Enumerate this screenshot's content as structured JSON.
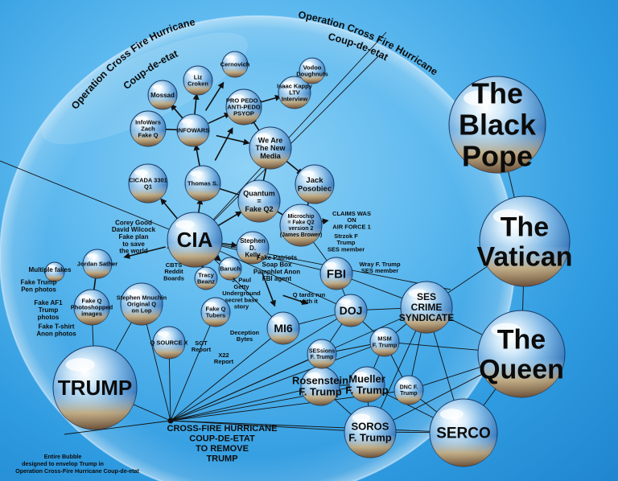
{
  "title_left": "Operation Cross Fire Hurricane\nCoup-de-etat",
  "title_right": "Operation Cross Fire Hurricane\nCoup-de-etat",
  "center_label": "CROSS-FIRE HURRICANE\nCOUP-DE-ETAT\nTO REMOVE\nTRUMP",
  "footnote": "Entire Bubble\ndesigned to envelop Trump in\nOperation Cross-Fire Hurricane Coup-de-etat",
  "bubbles": [
    {
      "id": "black-pope",
      "label": "The\nBlack\nPope"
    },
    {
      "id": "vatican",
      "label": "The\nVatican"
    },
    {
      "id": "queen",
      "label": "The\nQueen"
    },
    {
      "id": "serco",
      "label": "SERCO"
    },
    {
      "id": "trump",
      "label": "TRUMP"
    },
    {
      "id": "cia",
      "label": "CIA"
    },
    {
      "id": "ses",
      "label": "SES\nCRIME\nSYNDICATE"
    },
    {
      "id": "fbi",
      "label": "FBI"
    },
    {
      "id": "doj",
      "label": "DOJ"
    },
    {
      "id": "mi6",
      "label": "MI6"
    },
    {
      "id": "rosenstein",
      "label": "Rosenstein\nF. Trump"
    },
    {
      "id": "mueller",
      "label": "Mueller\nF. Trump"
    },
    {
      "id": "soros",
      "label": "SOROS\nF. Trump"
    },
    {
      "id": "dnc",
      "label": "DNC F.\nTrump"
    },
    {
      "id": "msm",
      "label": "MSM\nF. Trump"
    },
    {
      "id": "sessions",
      "label": "SESsions\nF. Trump"
    },
    {
      "id": "jack",
      "label": "Jack\nPosobiec"
    },
    {
      "id": "quantum",
      "label": "Quantum\n=\nFake Q2"
    },
    {
      "id": "microchip",
      "label": "Microchip\n= Fake Q2\nversion 2\n(James Brower)"
    },
    {
      "id": "stephen-kelly",
      "label": "Stephen\nD.\nKelly"
    },
    {
      "id": "we-are",
      "label": "We Are\nThe New\nMedia"
    },
    {
      "id": "pro-pedo",
      "label": "PRO PEDO -\nANTI-PEDO\nPSYOP"
    },
    {
      "id": "isaac",
      "label": "Isaac Kappy\nLTV\nInterview"
    },
    {
      "id": "vodoo",
      "label": "Vodoo\nDoughnuts"
    },
    {
      "id": "cernovich",
      "label": "Cernovich"
    },
    {
      "id": "liz",
      "label": "Liz\nCroken"
    },
    {
      "id": "mossad",
      "label": "Mossad"
    },
    {
      "id": "infowars-zach",
      "label": "InfoWars\nZach\nFake Q"
    },
    {
      "id": "infowars",
      "label": "INFOWARS"
    },
    {
      "id": "thomas",
      "label": "Thomas S."
    },
    {
      "id": "cicada",
      "label": "CICADA 3301\nQ1"
    },
    {
      "id": "jordan",
      "label": "Jordan Sather"
    },
    {
      "id": "fake-q-photo",
      "label": "Fake Q\nPhotoshopped\nimages"
    },
    {
      "id": "mnuchin",
      "label": "Stephen Mnuchin\nOriginal Q\non Lop"
    },
    {
      "id": "qsource",
      "label": "Q SOURCE X"
    },
    {
      "id": "fake-q-tubers",
      "label": "Fake Q\nTubers"
    },
    {
      "id": "baruch",
      "label": "Baruch"
    },
    {
      "id": "tracy",
      "label": "Tracy\nBeanz"
    },
    {
      "id": "small-left",
      "label": ""
    }
  ],
  "texts": [
    {
      "id": "corey",
      "label": "Corey Good\nDavid Wilcock\nFake plan\nto save\nthe world"
    },
    {
      "id": "multiple-fakes",
      "label": "Multiple fakes"
    },
    {
      "id": "fake-trump-pen",
      "label": "Fake Trump\nPen photos"
    },
    {
      "id": "fake-af1",
      "label": "Fake AF1\nTrump\nphotos"
    },
    {
      "id": "fake-tshirt",
      "label": "Fake T-shirt\nAnon photos"
    },
    {
      "id": "cbts",
      "label": "CBTS\nReddit\nBoards"
    },
    {
      "id": "paul-getty",
      "label": "J. Paul\nGetty\nUnderground\nsecret base\nstory"
    },
    {
      "id": "fake-patriots",
      "label": "Fake Patriots\nSoap Box\nPamphlet Anon\nFBI agent"
    },
    {
      "id": "claims-af1",
      "label": "CLAIMS WAS\nON\nAIR FORCE 1"
    },
    {
      "id": "strzok",
      "label": "Strzok F\nTrump\nSES member"
    },
    {
      "id": "wray",
      "label": "Wray F. Trump\nSES member"
    },
    {
      "id": "q-tards",
      "label": "Q tards run\nwith it"
    },
    {
      "id": "sgt-report",
      "label": "SGT\nReport"
    },
    {
      "id": "x22",
      "label": "X22\nReport"
    },
    {
      "id": "deception",
      "label": "Deception\nBytes"
    }
  ]
}
